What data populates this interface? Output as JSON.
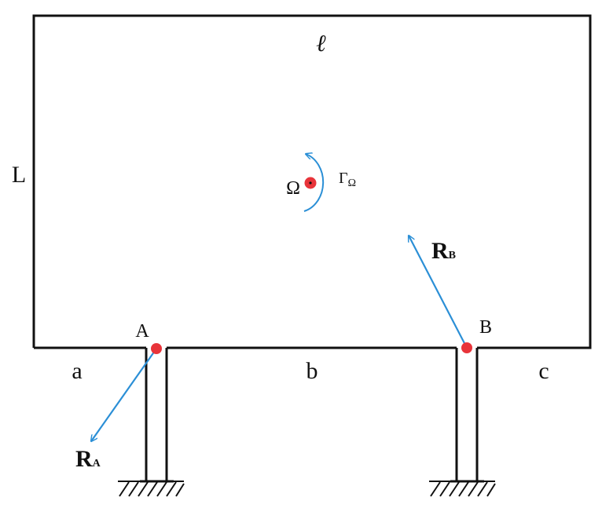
{
  "diagram": {
    "labels": {
      "top_length": "ℓ",
      "left_length": "L",
      "support_a": "A",
      "support_b": "B",
      "segment_a": "a",
      "segment_b": "b",
      "segment_c": "c",
      "center_point": "Ω",
      "moment": "Γ",
      "moment_subscript": "Ω",
      "reaction_a": "R",
      "reaction_a_subscript": "A",
      "reaction_b": "R",
      "reaction_b_subscript": "B"
    },
    "colors": {
      "frame": "#111111",
      "force_arrow": "#2b8fd6",
      "point": "#e8343a"
    }
  }
}
